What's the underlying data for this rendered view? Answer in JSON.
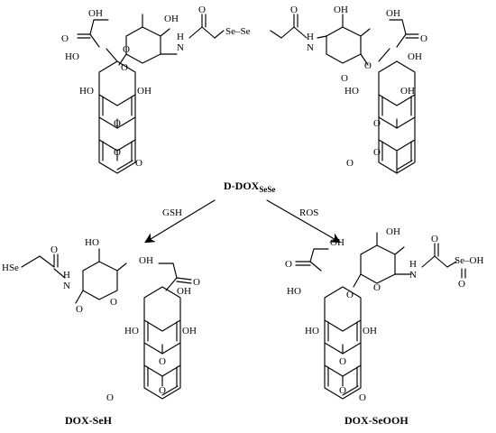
{
  "captions": {
    "ddox_main": "D-DOX",
    "ddox_sub": "SeSe",
    "product_left": "DOX-SeH",
    "product_right": "DOX-SeOOH"
  },
  "conditions": {
    "left": "GSH",
    "right": "ROS"
  },
  "atoms": {
    "oh": "OH",
    "ho": "HO",
    "o": "O",
    "nh": "H",
    "n": "N",
    "se": "Se",
    "se_bridge": "Se–Se",
    "hse": "HSe",
    "se_oh": "Se–OH",
    "ome": "O"
  }
}
